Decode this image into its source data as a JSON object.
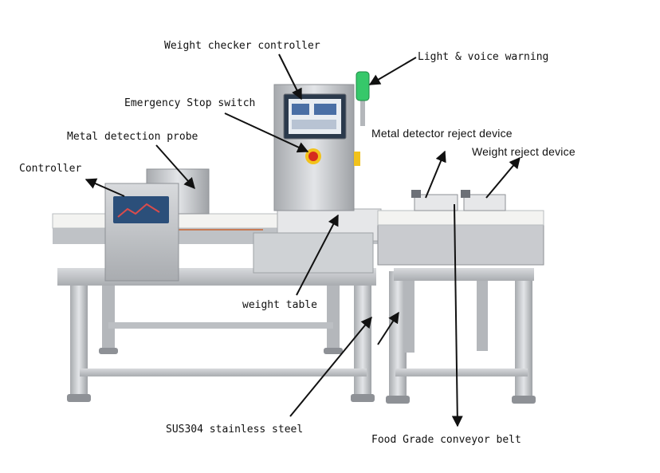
{
  "labels": {
    "weight_checker_controller": "Weight checker controller",
    "light_voice_warning": "Light & voice warning",
    "emergency_stop_switch": "Emergency Stop switch",
    "metal_detection_probe": "Metal detection probe",
    "controller": "Controller",
    "metal_detector_reject_device": "Metal detector reject device",
    "weight_reject_device": "Weight reject device",
    "weight_table": "weight table",
    "sus304_stainless_steel": "SUS304 stainless steel",
    "food_grade_conveyor_belt": "Food Grade conveyor belt"
  },
  "colors": {
    "steel": "#c9cbcf",
    "steel_dark": "#8e9196",
    "steel_light": "#e4e6e9",
    "belt": "#f3f3f1",
    "screen": "#2b4f7a",
    "indicator_green": "#36c86a",
    "estop_red": "#d62b1e",
    "estop_yellow": "#f2c21b",
    "arrow": "#111111"
  }
}
